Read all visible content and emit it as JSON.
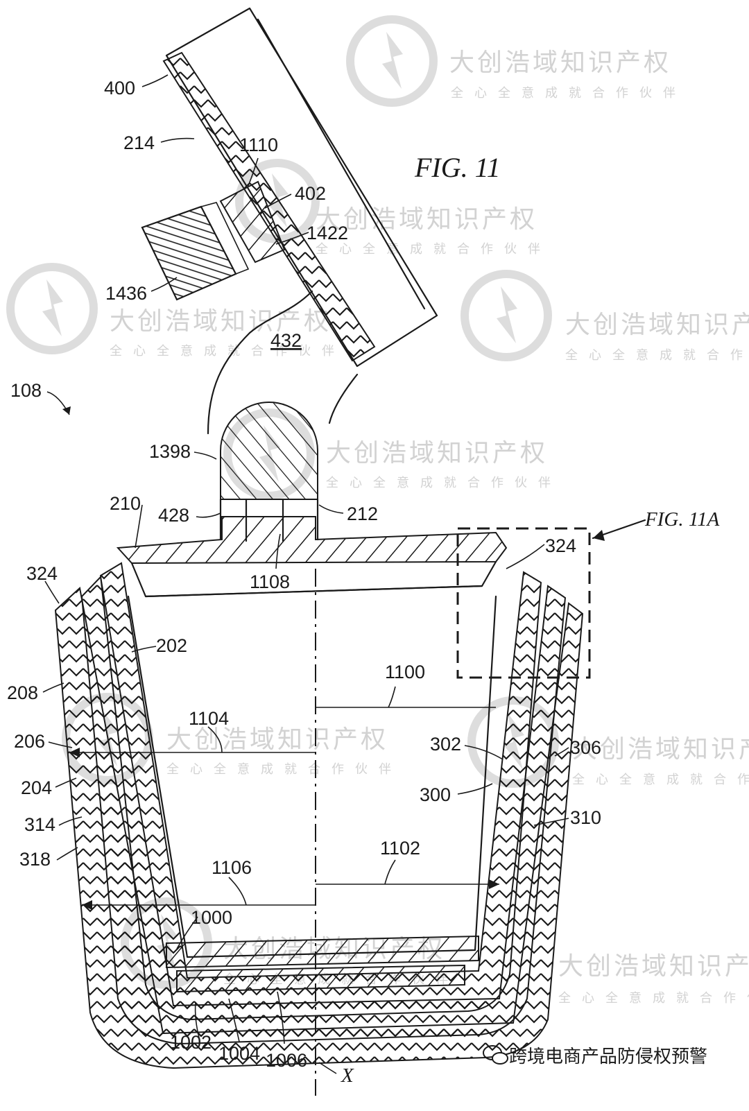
{
  "figure": {
    "title": "FIG. 11",
    "subview_label": "FIG. 11A",
    "axis_label": "X"
  },
  "refs": {
    "r400": "400",
    "r214": "214",
    "r1110": "1110",
    "r402": "402",
    "r1422": "1422",
    "r1436": "1436",
    "r432": "432",
    "r108": "108",
    "r1398": "1398",
    "r210": "210",
    "r428": "428",
    "r212": "212",
    "r324a": "324",
    "r324b": "324",
    "r1108": "1108",
    "r202": "202",
    "r208": "208",
    "r1100": "1100",
    "r1104": "1104",
    "r206": "206",
    "r302": "302",
    "r306": "306",
    "r204": "204",
    "r300": "300",
    "r314": "314",
    "r310": "310",
    "r318": "318",
    "r1102": "1102",
    "r1106": "1106",
    "r1000": "1000",
    "r1002": "1002",
    "r1004": "1004",
    "r1006": "1006"
  },
  "watermark": {
    "brand": "大创浩域知识产权",
    "slogan": "全心全意成就合作伙伴",
    "color": "#c4c4c4"
  },
  "credit": {
    "text": "跨境电商产品防侵权预警",
    "icon": "wechat-icon"
  }
}
